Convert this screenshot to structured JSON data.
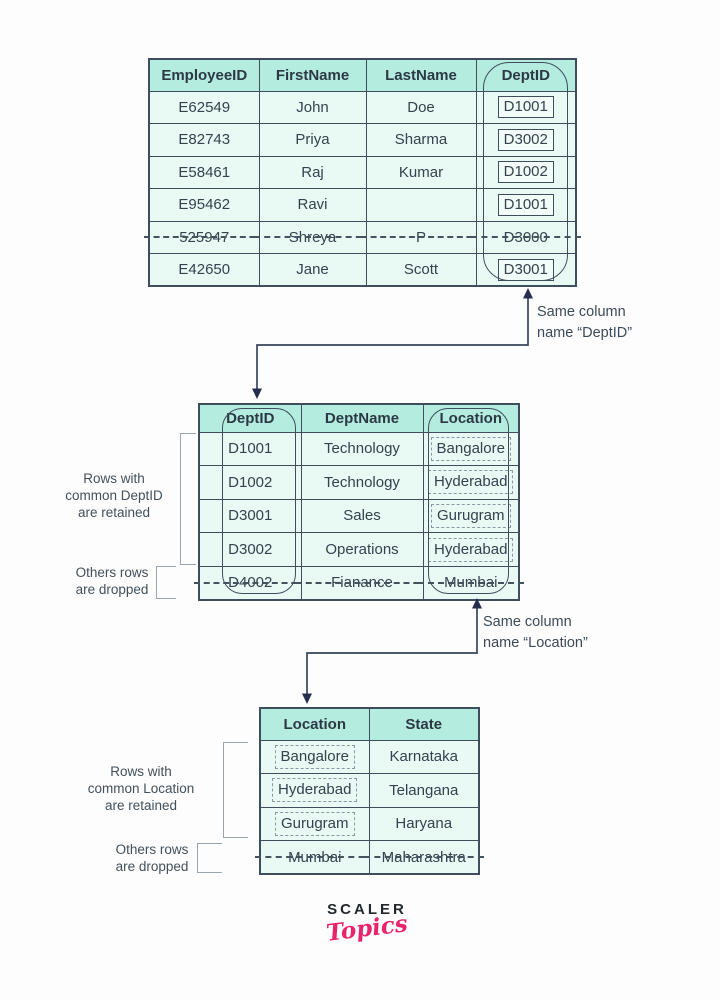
{
  "colors": {
    "header_bg": "#b4ecdf",
    "cell_bg": "#e9faf4",
    "border": "#3f4e5c",
    "arrow": "#2c3550",
    "bracket_gray": "#9aa6ad",
    "logo_pink": "#e8246d"
  },
  "employee_table": {
    "headers": [
      "EmployeeID",
      "FirstName",
      "LastName",
      "DeptID"
    ],
    "rows": [
      {
        "cells": [
          "E62549",
          "John",
          "Doe",
          "D1001"
        ],
        "struck": false
      },
      {
        "cells": [
          "E82743",
          "Priya",
          "Sharma",
          "D3002"
        ],
        "struck": false
      },
      {
        "cells": [
          "E58461",
          "Raj",
          "Kumar",
          "D1002"
        ],
        "struck": false
      },
      {
        "cells": [
          "E95462",
          "Ravi",
          "",
          "D1001"
        ],
        "struck": false
      },
      {
        "cells": [
          "525947",
          "Shreya",
          "P",
          "D3000"
        ],
        "struck": true
      },
      {
        "cells": [
          "E42650",
          "Jane",
          "Scott",
          "D3001"
        ],
        "struck": false
      }
    ],
    "value_box": {
      "col": 3,
      "style": "solid"
    }
  },
  "department_table": {
    "headers": [
      "DeptID",
      "DeptName",
      "Location"
    ],
    "rows": [
      {
        "cells": [
          "D1001",
          "Technology",
          "Bangalore"
        ],
        "struck": false
      },
      {
        "cells": [
          "D1002",
          "Technology",
          "Hyderabad"
        ],
        "struck": false
      },
      {
        "cells": [
          "D3001",
          "Sales",
          "Gurugram"
        ],
        "struck": false
      },
      {
        "cells": [
          "D3002",
          "Operations",
          "Hyderabad"
        ],
        "struck": false
      },
      {
        "cells": [
          "D4002",
          "Fianance",
          "Mumbai"
        ],
        "struck": true
      }
    ],
    "value_box": {
      "col": 2,
      "style": "dotted"
    }
  },
  "state_table": {
    "headers": [
      "Location",
      "State"
    ],
    "rows": [
      {
        "cells": [
          "Bangalore",
          "Karnataka"
        ],
        "struck": false
      },
      {
        "cells": [
          "Hyderabad",
          "Telangana"
        ],
        "struck": false
      },
      {
        "cells": [
          "Gurugram",
          "Haryana"
        ],
        "struck": false
      },
      {
        "cells": [
          "Mumbai",
          "Maharashtra"
        ],
        "struck": true
      }
    ],
    "value_box": {
      "col": 0,
      "style": "dotted"
    }
  },
  "callouts": {
    "deptid": "Same column\nname “DeptID”",
    "location": "Same column\nname “Location”"
  },
  "notes": {
    "dept_retained": "Rows with\ncommon DeptID\nare retained",
    "dept_dropped": "Others rows\nare dropped",
    "loc_retained": "Rows with\ncommon Location\nare retained",
    "loc_dropped": "Others rows\nare dropped"
  },
  "logo": {
    "brand": "SCALER",
    "sub": "Topics"
  }
}
